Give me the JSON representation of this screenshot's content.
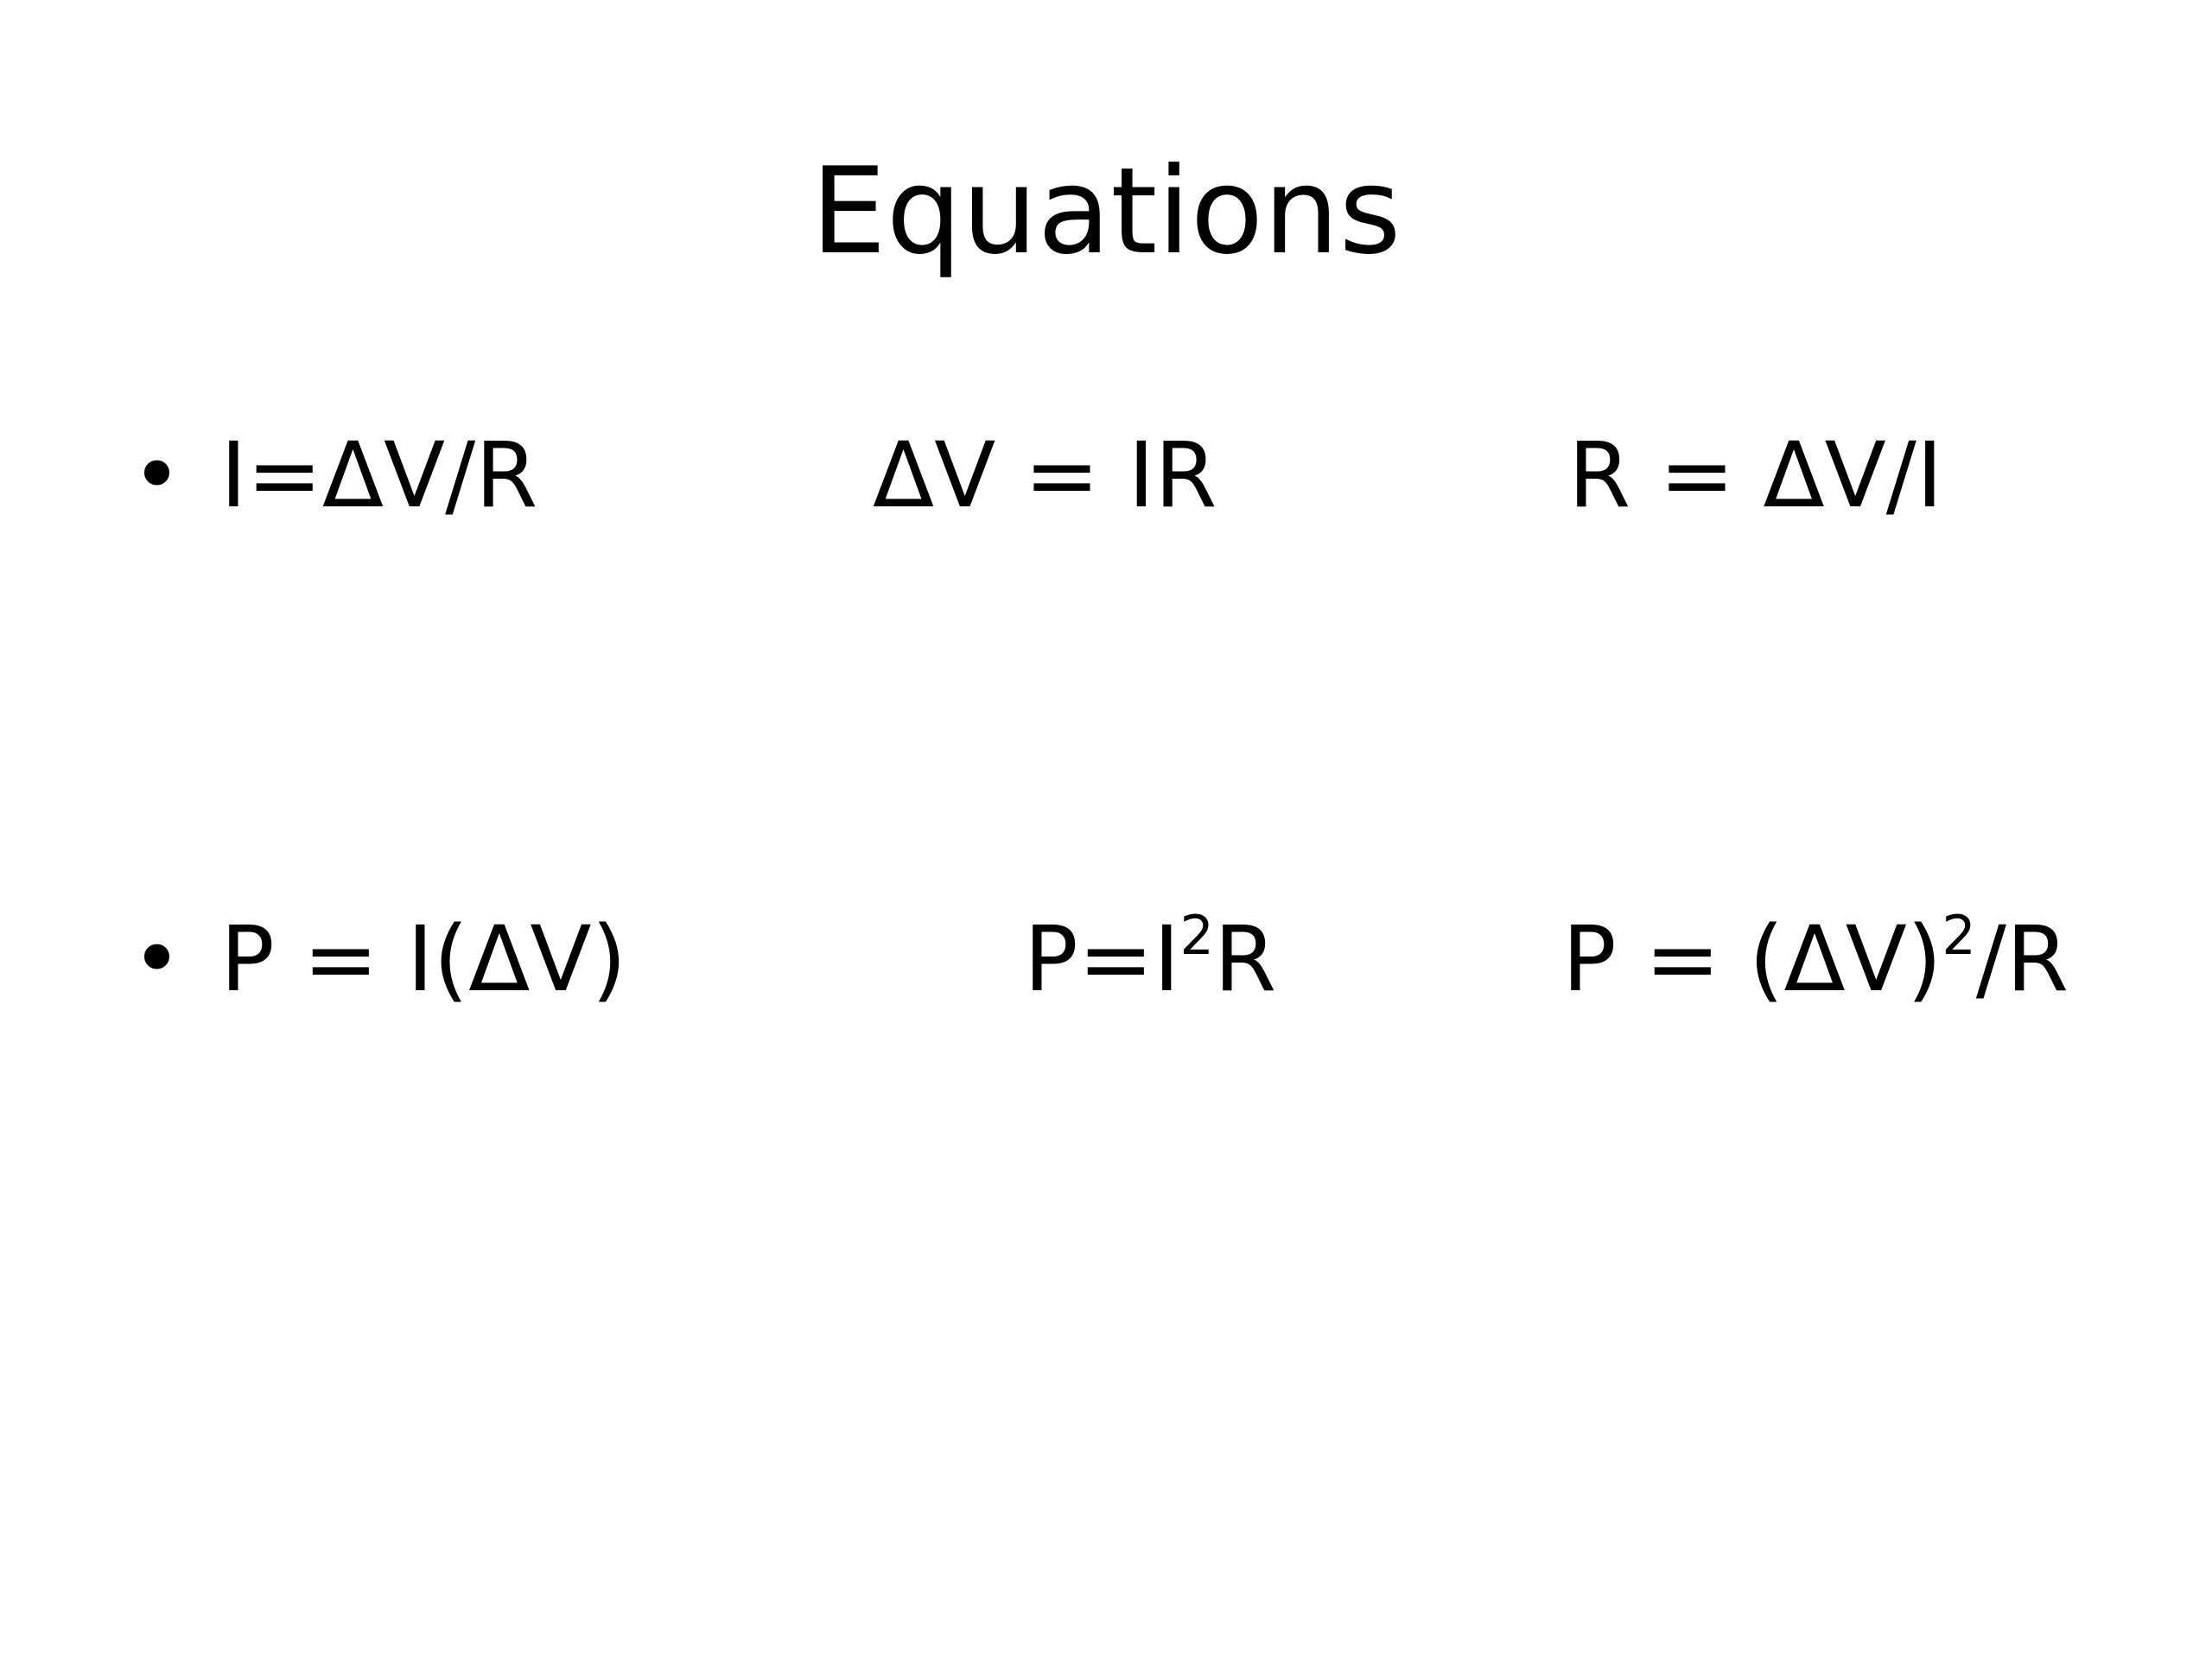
{
  "slide": {
    "title": "Equations",
    "bullet_glyph": "•",
    "rows": [
      {
        "equations": [
          {
            "text": "I=ΔV/R"
          },
          {
            "text": "ΔV = IR"
          },
          {
            "text": "R = ΔV/I"
          }
        ]
      },
      {
        "equations": [
          {
            "text": "P = I(ΔV)"
          },
          {
            "before": "P=I",
            "sup": "2",
            "after": "R"
          },
          {
            "before": "P = (ΔV)",
            "sup": "2",
            "after": "/R"
          }
        ]
      }
    ]
  }
}
